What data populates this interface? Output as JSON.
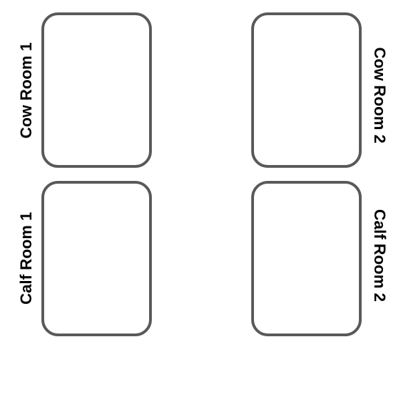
{
  "rooms": [
    {
      "id": "cow-room-1",
      "label": "Cow Room 1"
    },
    {
      "id": "cow-room-2",
      "label": "Cow Room 2"
    },
    {
      "id": "calf-room-1",
      "label": "Calf Room 1"
    },
    {
      "id": "calf-room-2",
      "label": "Calf Room 2"
    }
  ],
  "colors": {
    "box_border": "#595959",
    "label_text": "#000000",
    "background": "#ffffff"
  }
}
